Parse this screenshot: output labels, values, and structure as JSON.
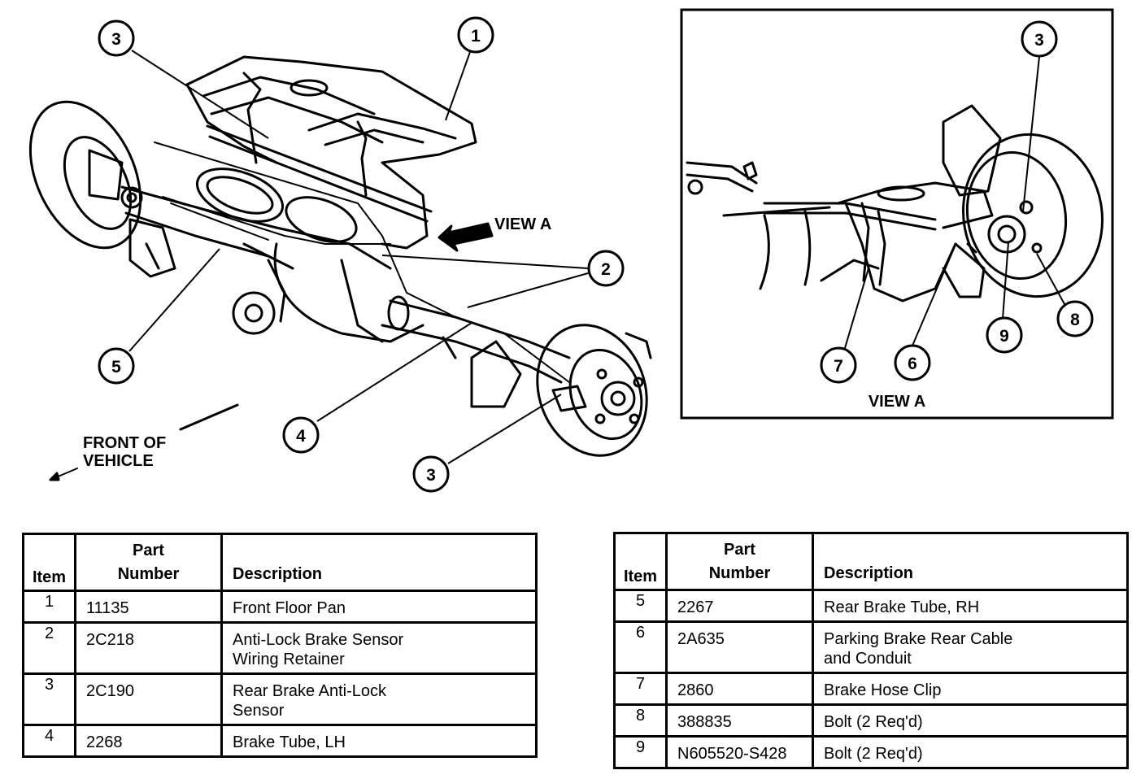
{
  "main_view": {
    "view_a_pointer": "VIEW A",
    "front_of_vehicle": [
      "FRONT OF",
      "VEHICLE"
    ],
    "callouts": [
      "3",
      "1",
      "2",
      "5",
      "4",
      "3"
    ]
  },
  "inset": {
    "title": "VIEW A",
    "callouts": [
      "3",
      "7",
      "6",
      "9",
      "8"
    ]
  },
  "table_headers": {
    "item": "Item",
    "part_number": [
      "Part",
      "Number"
    ],
    "description": "Description"
  },
  "table_left": [
    {
      "item": "1",
      "part": "11135",
      "description": [
        "Front Floor Pan"
      ]
    },
    {
      "item": "2",
      "part": "2C218",
      "description": [
        "Anti-Lock Brake Sensor",
        "Wiring Retainer"
      ]
    },
    {
      "item": "3",
      "part": "2C190",
      "description": [
        "Rear Brake Anti-Lock",
        "Sensor"
      ]
    },
    {
      "item": "4",
      "part": "2268",
      "description": [
        "Brake Tube, LH"
      ]
    }
  ],
  "table_right": [
    {
      "item": "5",
      "part": "2267",
      "description": [
        "Rear Brake Tube, RH"
      ]
    },
    {
      "item": "6",
      "part": "2A635",
      "description": [
        "Parking Brake Rear Cable",
        "and Conduit"
      ]
    },
    {
      "item": "7",
      "part": "2860",
      "description": [
        "Brake Hose Clip"
      ]
    },
    {
      "item": "8",
      "part": "388835",
      "description": [
        "Bolt (2 Req'd)"
      ]
    },
    {
      "item": "9",
      "part": "N605520-S428",
      "description": [
        "Bolt (2 Req'd)"
      ]
    }
  ]
}
